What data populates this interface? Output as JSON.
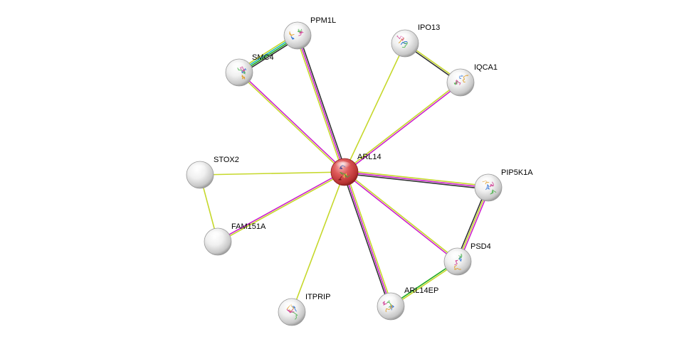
{
  "colors": {
    "textmining": "#c6d82b",
    "experiments": "#cc22cc",
    "coexpression": "#333333",
    "database": "#22bbbb",
    "neighborhood": "#22aa22",
    "node_gray": "#cfcfcf",
    "node_center": "#d33b3b"
  },
  "nodes": [
    {
      "id": "ARL14",
      "label": "ARL14",
      "center": true,
      "structure": true
    },
    {
      "id": "PPM1L",
      "label": "PPM1L",
      "structure": true
    },
    {
      "id": "SMC4",
      "label": "SMC4",
      "structure": true
    },
    {
      "id": "IPO13",
      "label": "IPO13",
      "structure": true
    },
    {
      "id": "IQCA1",
      "label": "IQCA1",
      "structure": true
    },
    {
      "id": "STOX2",
      "label": "STOX2",
      "structure": false
    },
    {
      "id": "PIP5K1A",
      "label": "PIP5K1A",
      "structure": true
    },
    {
      "id": "FAM151A",
      "label": "FAM151A",
      "structure": false
    },
    {
      "id": "PSD4",
      "label": "PSD4",
      "structure": true
    },
    {
      "id": "ITPRIP",
      "label": "ITPRIP",
      "structure": true
    },
    {
      "id": "ARL14EP",
      "label": "ARL14EP",
      "structure": true
    }
  ],
  "edges": [
    {
      "from": "ARL14",
      "to": "PPM1L",
      "types": [
        "textmining",
        "experiments",
        "coexpression"
      ]
    },
    {
      "from": "ARL14",
      "to": "SMC4",
      "types": [
        "textmining",
        "experiments"
      ]
    },
    {
      "from": "ARL14",
      "to": "IPO13",
      "types": [
        "textmining"
      ]
    },
    {
      "from": "ARL14",
      "to": "IQCA1",
      "types": [
        "textmining",
        "experiments"
      ]
    },
    {
      "from": "ARL14",
      "to": "STOX2",
      "types": [
        "textmining"
      ]
    },
    {
      "from": "ARL14",
      "to": "PIP5K1A",
      "types": [
        "textmining",
        "experiments",
        "coexpression"
      ]
    },
    {
      "from": "ARL14",
      "to": "FAM151A",
      "types": [
        "textmining",
        "experiments"
      ]
    },
    {
      "from": "ARL14",
      "to": "PSD4",
      "types": [
        "textmining",
        "experiments"
      ]
    },
    {
      "from": "ARL14",
      "to": "ITPRIP",
      "types": [
        "textmining"
      ]
    },
    {
      "from": "ARL14",
      "to": "ARL14EP",
      "types": [
        "textmining",
        "experiments",
        "coexpression"
      ]
    },
    {
      "from": "SMC4",
      "to": "PPM1L",
      "types": [
        "textmining",
        "database",
        "neighborhood",
        "coexpression"
      ]
    },
    {
      "from": "IPO13",
      "to": "IQCA1",
      "types": [
        "textmining",
        "coexpression"
      ]
    },
    {
      "from": "STOX2",
      "to": "FAM151A",
      "types": [
        "textmining"
      ]
    },
    {
      "from": "PIP5K1A",
      "to": "PSD4",
      "types": [
        "experiments",
        "textmining",
        "coexpression"
      ]
    },
    {
      "from": "PSD4",
      "to": "ARL14EP",
      "types": [
        "textmining",
        "neighborhood"
      ]
    }
  ]
}
